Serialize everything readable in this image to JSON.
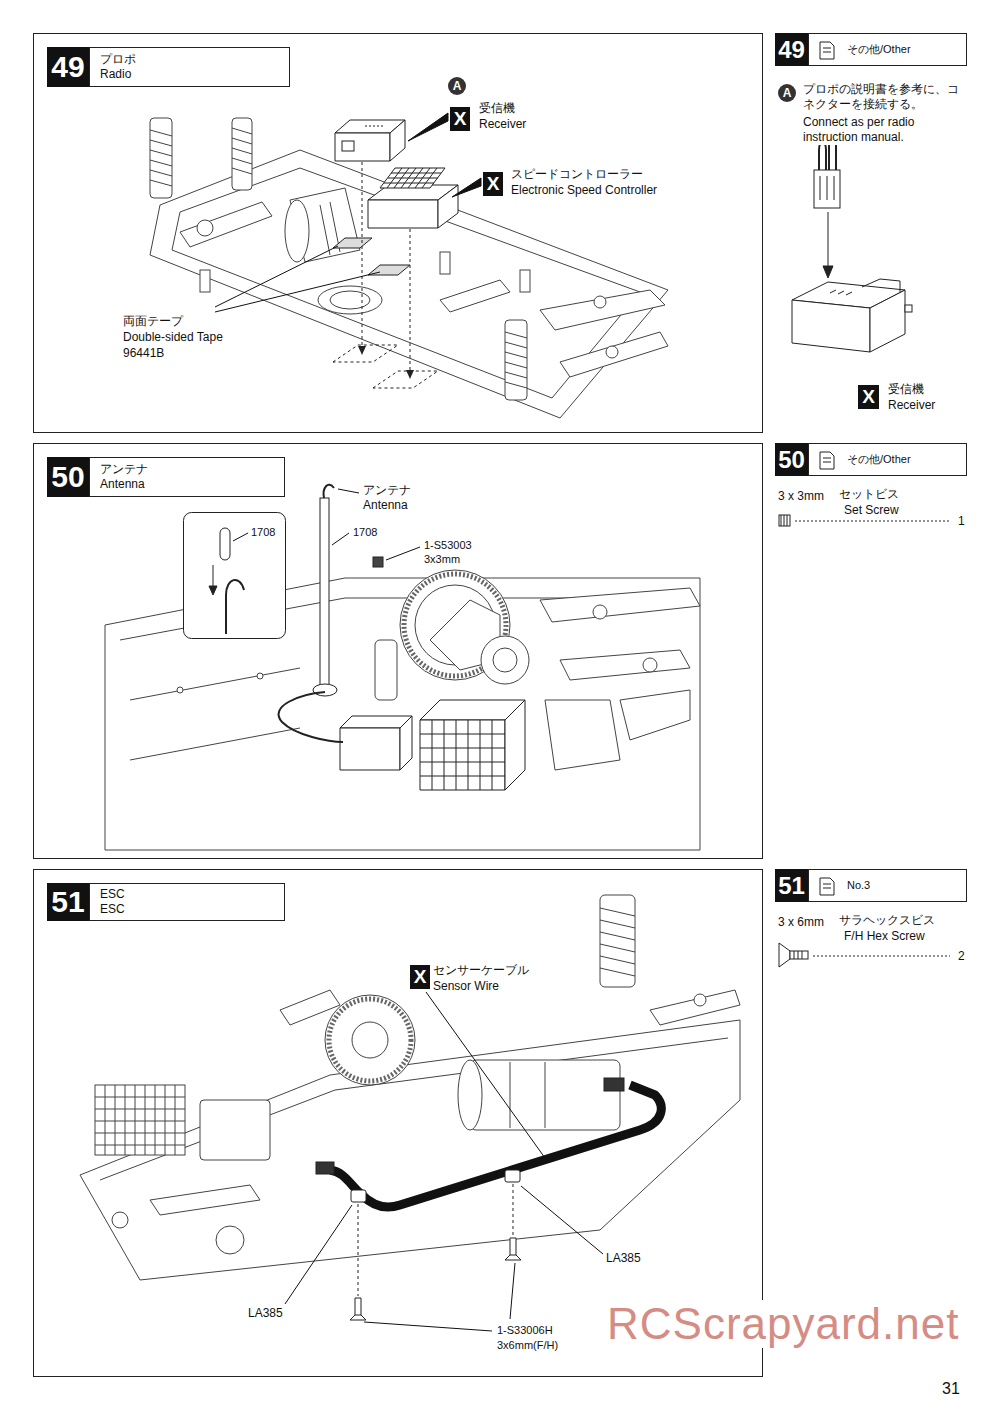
{
  "diagram": {
    "nodes": [
      {
        "text": [
          "49"
        ]
      },
      {
        "text": [
          "プロポ",
          "Radio"
        ]
      },
      {
        "text": [
          "A"
        ]
      },
      {
        "text": [
          "X"
        ]
      },
      {
        "text": [
          "X"
        ]
      },
      {
        "text": [
          "49"
        ]
      },
      {
        "text": [
          "その他/Other"
        ]
      },
      {
        "text": [
          "A"
        ]
      },
      {
        "text": [
          "X"
        ]
      },
      {
        "text": [
          "50"
        ]
      },
      {
        "text": [
          "アンテナ",
          "Antenna"
        ]
      },
      {
        "text": [
          "50"
        ]
      },
      {
        "text": [
          "その他/Other"
        ]
      },
      {
        "text": [
          "51"
        ]
      },
      {
        "text": [
          "ESC",
          "ESC"
        ]
      },
      {
        "text": [
          "X"
        ]
      },
      {
        "text": [
          "51"
        ]
      },
      {
        "text": [
          "No.3"
        ]
      }
    ],
    "labels": [
      "受信機",
      "Receiver",
      "スピードコントローラー",
      "Electronic Speed Controller",
      "両面テープ",
      "Double-sided Tape",
      "96441B",
      "プロポの説明書を参考に、コネクターを接続する。",
      "Connect as per radio instruction manual.",
      "受信機",
      "Receiver",
      "アンテナ",
      "Antenna",
      "1708",
      "1708",
      "1-S53003",
      "3x3mm",
      "3 x 3mm",
      "セットビス",
      "Set Screw",
      "1",
      "センサーケーブル",
      "Sensor Wire",
      "LA385",
      "LA385",
      "1-S33006H",
      "3x6mm(F/H)",
      "3 x 6mm",
      "サラヘックスビス",
      "F/H Hex Screw",
      "2",
      "RCScrapyard.net",
      "31"
    ]
  }
}
